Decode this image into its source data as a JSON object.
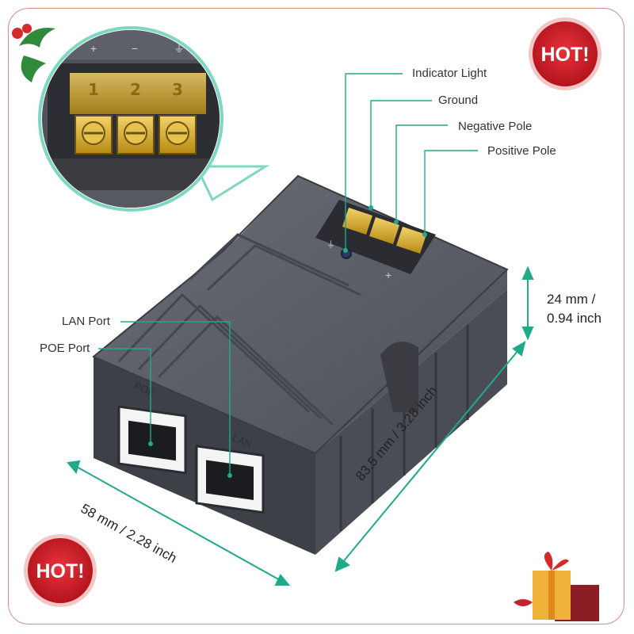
{
  "callouts": {
    "indicator_light": "Indicator Light",
    "ground": "Ground",
    "negative_pole": "Negative Pole",
    "positive_pole": "Positive Pole",
    "lan_port": "LAN Port",
    "poe_port": "POE Port"
  },
  "dimensions": {
    "height_mm": "24 mm /",
    "height_in": "0.94 inch",
    "length": "83.5 mm / 3.28 inch",
    "width": "58 mm / 2.28 inch"
  },
  "badges": {
    "top_right": "HOT!",
    "bottom_left": "HOT!"
  },
  "terminal_numbers": [
    "1",
    "2",
    "3"
  ],
  "terminal_symbols": [
    "+",
    "−",
    "⏚"
  ],
  "device_port_labels": {
    "poe": "POE",
    "lan": "LAN"
  },
  "colors": {
    "callout_line": "#1faa8a",
    "device_body": "#5a5d66",
    "device_dark": "#3c3e45",
    "terminal_gold": "#d8a82a",
    "badge_red": "#d01f2a",
    "dimension_arrow": "#1faa8a",
    "zoom_border": "#7ed8c0"
  }
}
